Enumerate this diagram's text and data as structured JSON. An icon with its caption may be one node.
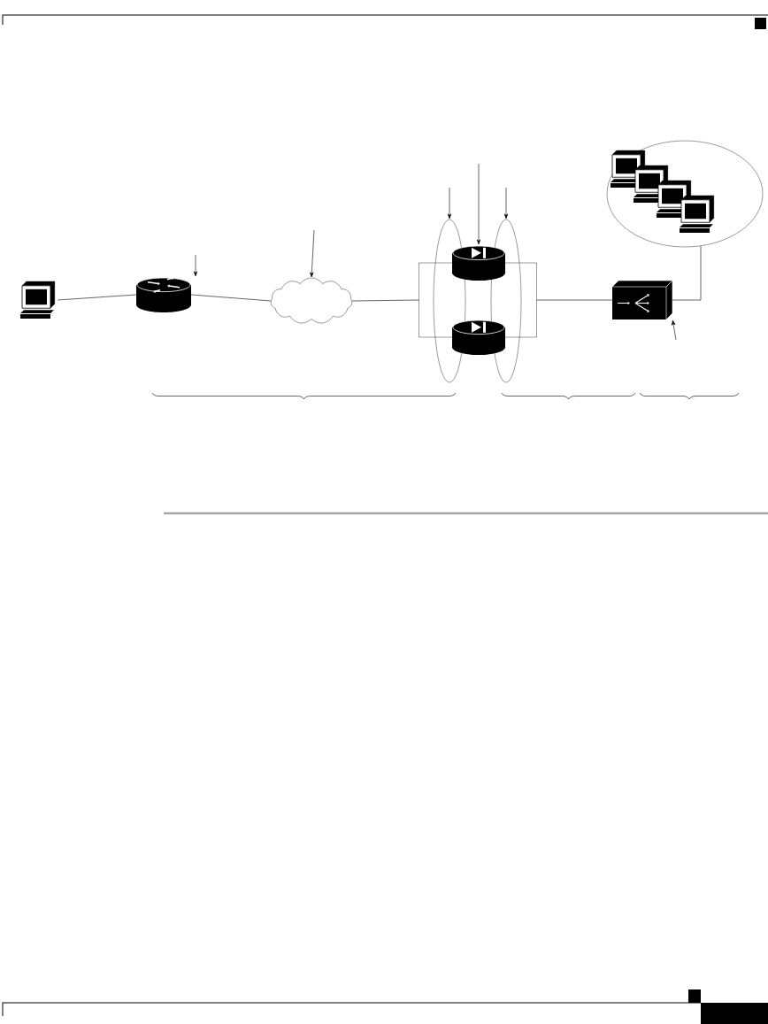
{
  "diagram": {
    "nodes": [
      {
        "text": [],
        "shape": "computer"
      },
      {
        "text": [],
        "shape": "cylinder"
      },
      {
        "text": [],
        "shape": "cloud"
      },
      {
        "text": [],
        "shape": "box"
      },
      {
        "text": [],
        "shape": "ellipse"
      },
      {
        "text": [],
        "shape": "ellipse"
      },
      {
        "text": [],
        "shape": "cylinder"
      },
      {
        "text": [],
        "shape": "cylinder"
      },
      {
        "text": [],
        "shape": "box"
      },
      {
        "text": [],
        "shape": "ellipse"
      },
      {
        "text": [],
        "shape": "computer",
        "in": 9
      },
      {
        "text": [],
        "shape": "computer",
        "in": 9
      },
      {
        "text": [],
        "shape": "computer",
        "in": 9
      },
      {
        "text": [],
        "shape": "computer",
        "in": 9
      }
    ],
    "edges": [
      {
        "from": 0,
        "to": 1,
        "arrow": "none"
      },
      {
        "from": 1,
        "to": 2,
        "arrow": "none"
      },
      {
        "from": 2,
        "to": 3,
        "arrow": "none"
      },
      {
        "from": 3,
        "to": 8,
        "arrow": "none"
      },
      {
        "from": 8,
        "to": 9,
        "arrow": "none"
      },
      {
        "from": null,
        "to": 1,
        "arrow": "to"
      },
      {
        "from": null,
        "to": 2,
        "arrow": "to"
      },
      {
        "from": null,
        "to": 4,
        "arrow": "to"
      },
      {
        "from": null,
        "to": 6,
        "arrow": "to"
      },
      {
        "from": null,
        "to": 5,
        "arrow": "to"
      },
      {
        "from": null,
        "to": 8,
        "arrow": "to"
      }
    ]
  }
}
